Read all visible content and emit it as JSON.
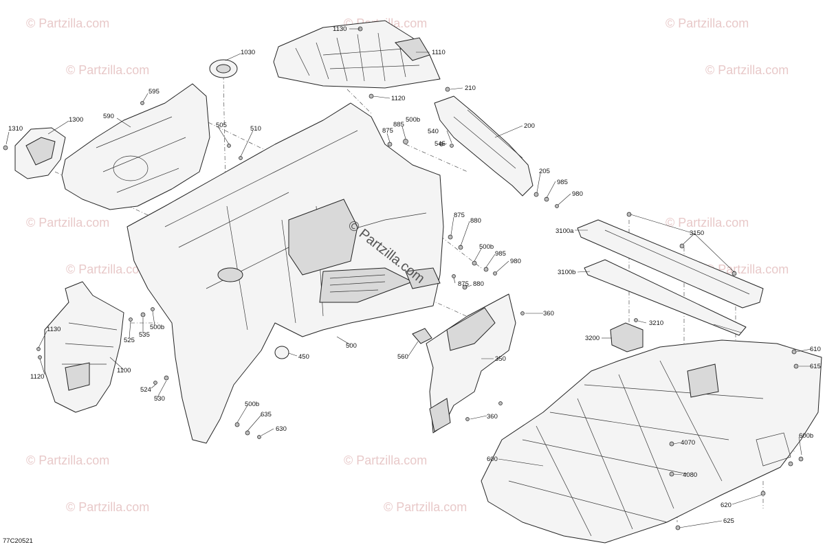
{
  "diagram": {
    "reference_code": "77C20521",
    "watermark_text": "© Partzilla.com",
    "center_watermark_text": "© Partzilla.com",
    "callouts": [
      {
        "id": "1130a",
        "text": "1130"
      },
      {
        "id": "1110",
        "text": "1110"
      },
      {
        "id": "1120a",
        "text": "1120"
      },
      {
        "id": "1030",
        "text": "1030"
      },
      {
        "id": "210",
        "text": "210"
      },
      {
        "id": "200",
        "text": "200"
      },
      {
        "id": "595",
        "text": "595"
      },
      {
        "id": "590",
        "text": "590"
      },
      {
        "id": "1300",
        "text": "1300"
      },
      {
        "id": "1310",
        "text": "1310"
      },
      {
        "id": "505",
        "text": "505"
      },
      {
        "id": "510",
        "text": "510"
      },
      {
        "id": "875a",
        "text": "875"
      },
      {
        "id": "885",
        "text": "885"
      },
      {
        "id": "500b_a",
        "text": "500b"
      },
      {
        "id": "540",
        "text": "540"
      },
      {
        "id": "545",
        "text": "545"
      },
      {
        "id": "205",
        "text": "205"
      },
      {
        "id": "985a",
        "text": "985"
      },
      {
        "id": "980",
        "text": "980"
      },
      {
        "id": "875b",
        "text": "875"
      },
      {
        "id": "880a",
        "text": "880"
      },
      {
        "id": "500b_b",
        "text": "500b"
      },
      {
        "id": "985b",
        "text": "985"
      },
      {
        "id": "980b",
        "text": "980"
      },
      {
        "id": "875c",
        "text": "875"
      },
      {
        "id": "880b",
        "text": "880"
      },
      {
        "id": "3100a",
        "text": "3100a"
      },
      {
        "id": "3150",
        "text": "3150"
      },
      {
        "id": "3100b",
        "text": "3100b"
      },
      {
        "id": "1130b",
        "text": "1130"
      },
      {
        "id": "1120b",
        "text": "1120"
      },
      {
        "id": "1100",
        "text": "1100"
      },
      {
        "id": "525",
        "text": "525"
      },
      {
        "id": "535",
        "text": "535"
      },
      {
        "id": "500b_c",
        "text": "500b"
      },
      {
        "id": "524",
        "text": "524"
      },
      {
        "id": "530",
        "text": "530"
      },
      {
        "id": "450",
        "text": "450"
      },
      {
        "id": "500",
        "text": "500"
      },
      {
        "id": "360a",
        "text": "360"
      },
      {
        "id": "560",
        "text": "560"
      },
      {
        "id": "350",
        "text": "350"
      },
      {
        "id": "360b",
        "text": "360"
      },
      {
        "id": "3210",
        "text": "3210"
      },
      {
        "id": "3200",
        "text": "3200"
      },
      {
        "id": "610",
        "text": "610"
      },
      {
        "id": "615",
        "text": "615"
      },
      {
        "id": "500b_d",
        "text": "500b"
      },
      {
        "id": "635",
        "text": "635"
      },
      {
        "id": "630",
        "text": "630"
      },
      {
        "id": "4070",
        "text": "4070"
      },
      {
        "id": "600b",
        "text": "600b"
      },
      {
        "id": "600",
        "text": "600"
      },
      {
        "id": "4080",
        "text": "4080"
      },
      {
        "id": "620",
        "text": "620"
      },
      {
        "id": "625",
        "text": "625"
      }
    ]
  }
}
